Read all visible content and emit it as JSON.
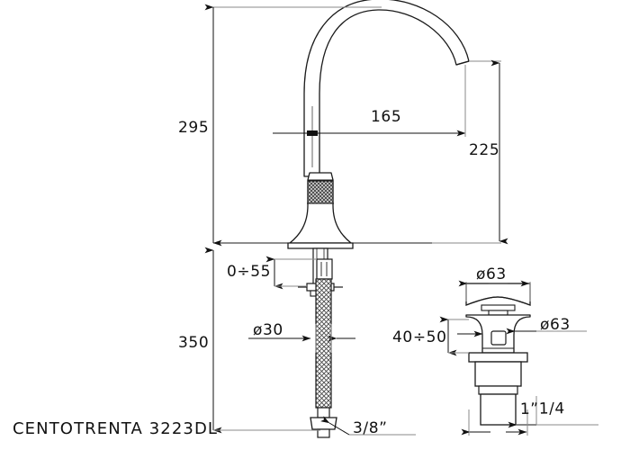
{
  "sheet": {
    "title": "CENTOTRENTA  3223DL",
    "background_color": "#ffffff",
    "line_color": "#1a1a1a",
    "dim_line_color": "#7a7a7a",
    "text_color": "#111111",
    "hatch_color": "#2b2b2b"
  },
  "dimensions": {
    "overall_height": "295",
    "spout_reach": "165",
    "spout_outlet_height": "225",
    "shank_adjust": "0÷55",
    "below_deck_length": "350",
    "shank_diameter": "ø30",
    "hose_thread": "3/8”",
    "drain_cap_diameter": "ø63",
    "drain_flange_diameter": "ø63",
    "drain_thickness_range": "40÷50",
    "drain_thread": "1”1/4"
  },
  "parts": {
    "spout": "gooseneck-spout",
    "body": "faucet-body",
    "knurl_band": "knurled-band",
    "base": "faucet-base-flange",
    "shank": "threaded-shank",
    "hose": "braided-flex-hose",
    "hose_nut": "hose-fitting-nut",
    "mounting_nut": "mounting-nut",
    "drain_cap": "drain-cap",
    "drain_body": "drain-body",
    "drain_tailpiece": "drain-tailpiece"
  }
}
